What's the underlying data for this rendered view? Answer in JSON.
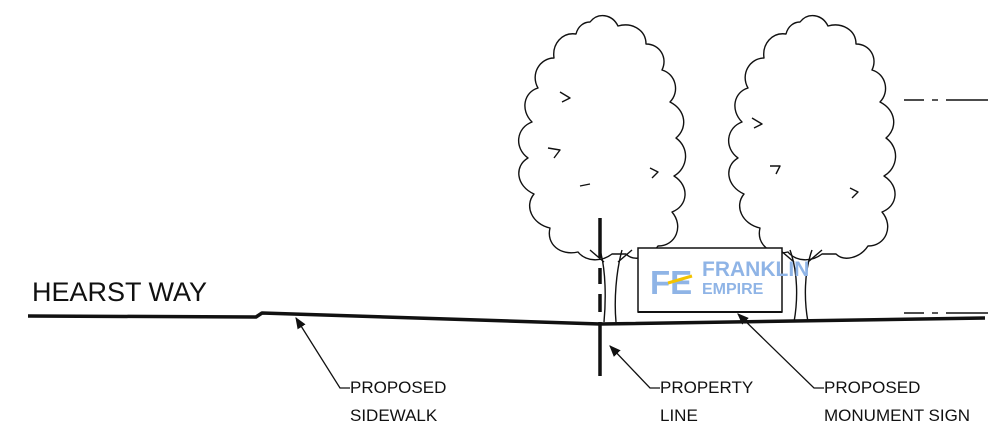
{
  "street": {
    "name": "HEARST WAY"
  },
  "callouts": {
    "sidewalk": {
      "line1": "PROPOSED",
      "line2": "SIDEWALK"
    },
    "property": {
      "line1": "PROPERTY",
      "line2": "LINE"
    },
    "sign": {
      "line1": "PROPOSED",
      "line2": "MONUMENT SIGN"
    }
  },
  "logo": {
    "mark": "FE",
    "line1": "FRANKLIN",
    "line2": "EMPIRE"
  },
  "colors": {
    "ink": "#111111",
    "logo_blue": "#8fb4e6",
    "logo_accent": "#f3c300"
  }
}
